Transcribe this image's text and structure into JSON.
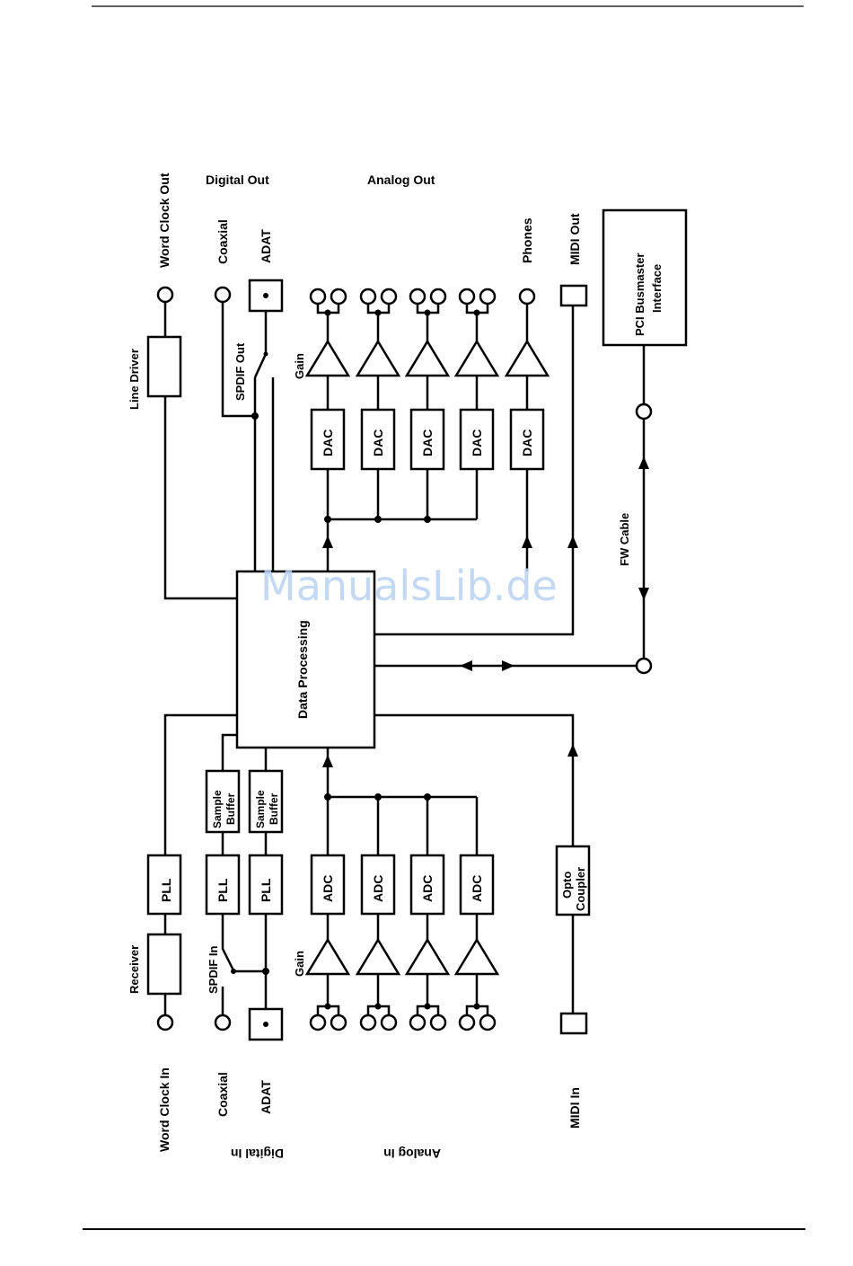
{
  "labels": {
    "word_clock_out": "Word Clock Out",
    "digital_out": "Digital Out",
    "analog_out": "Analog Out",
    "coaxial_out": "Coaxial",
    "adat_out": "ADAT",
    "phones": "Phones",
    "midi_out": "MIDI Out",
    "pci": "PCI Busmaster",
    "pci_2": "Interface",
    "line_driver": "Line Driver",
    "spdif_out": "SPDIF Out",
    "gain_out": "Gain",
    "dac": "DAC",
    "fw_cable": "FW Cable",
    "data_processing": "Data Processing",
    "sample": "Sample",
    "buffer": "Buffer",
    "pll": "PLL",
    "adc": "ADC",
    "opto": "Opto",
    "coupler": "Coupler",
    "receiver": "Receiver",
    "spdif_in": "SPDIF In",
    "gain_in": "Gain",
    "word_clock_in": "Word Clock In",
    "coaxial_in": "Coaxial",
    "adat_in": "ADAT",
    "midi_in": "MIDI In",
    "digital_in": "Digital In",
    "analog_in": "Analog In"
  },
  "watermark": "ManualsLib.de",
  "colors": {
    "line": "#000000",
    "watermark": "#b9d3f2"
  }
}
